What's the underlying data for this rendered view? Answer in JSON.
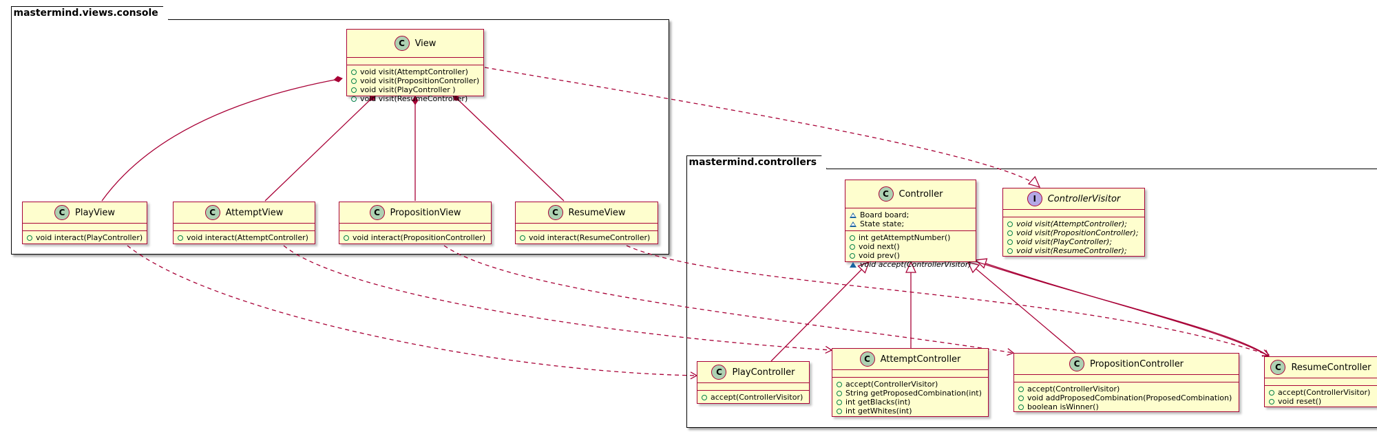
{
  "colors": {
    "class_fill": "#FEFECE",
    "class_border": "#A80036",
    "class_stereo": "#ADD1B2",
    "interface_stereo": "#B4A7E5",
    "public_marker": "#038048",
    "package_marker": "#1963A0",
    "arrow": "#A80036"
  },
  "packages": {
    "views_console": {
      "name": "mastermind.views.console"
    },
    "controllers": {
      "name": "mastermind.controllers"
    }
  },
  "classes": {
    "view": {
      "stereotype": "C",
      "name": "View",
      "fields": [],
      "methods": [
        "void visit(AttemptController)",
        "void visit(PropositionController)",
        "void visit(PlayController )",
        "void visit(ResumeController)"
      ]
    },
    "play_view": {
      "stereotype": "C",
      "name": "PlayView",
      "fields": [],
      "methods": [
        "void interact(PlayController)"
      ]
    },
    "attempt_view": {
      "stereotype": "C",
      "name": "AttemptView",
      "fields": [],
      "methods": [
        "void interact(AttemptController)"
      ]
    },
    "proposition_view": {
      "stereotype": "C",
      "name": "PropositionView",
      "fields": [],
      "methods": [
        "void interact(PropositionController)"
      ]
    },
    "resume_view": {
      "stereotype": "C",
      "name": "ResumeView",
      "fields": [],
      "methods": [
        "void interact(ResumeController)"
      ]
    },
    "controller": {
      "stereotype": "C",
      "name": "Controller",
      "fields": [
        "Board board;",
        "State state;"
      ],
      "methods": [
        "int getAttemptNumber()",
        "void next()",
        "void prev()",
        "void accept(ControllerVisitor)"
      ]
    },
    "controller_visitor": {
      "stereotype": "I",
      "name": "ControllerVisitor",
      "fields": [],
      "methods": [
        "void visit(AttemptController);",
        "void visit(PropositionController);",
        "void visit(PlayController);",
        "void visit(ResumeController);"
      ]
    },
    "play_controller": {
      "stereotype": "C",
      "name": "PlayController",
      "fields": [],
      "methods": [
        "accept(ControllerVisitor)"
      ]
    },
    "attempt_controller": {
      "stereotype": "C",
      "name": "AttemptController",
      "fields": [],
      "methods": [
        "accept(ControllerVisitor)",
        "String getProposedCombination(int)",
        "int getBlacks(int)",
        "int getWhites(int)"
      ]
    },
    "proposition_controller": {
      "stereotype": "C",
      "name": "PropositionController",
      "fields": [],
      "methods": [
        "accept(ControllerVisitor)",
        "void addProposedCombination(ProposedCombination)",
        "boolean isWinner()"
      ]
    },
    "resume_controller": {
      "stereotype": "C",
      "name": "ResumeController",
      "fields": [],
      "methods": [
        "accept(ControllerVisitor)",
        "void reset()"
      ]
    }
  }
}
